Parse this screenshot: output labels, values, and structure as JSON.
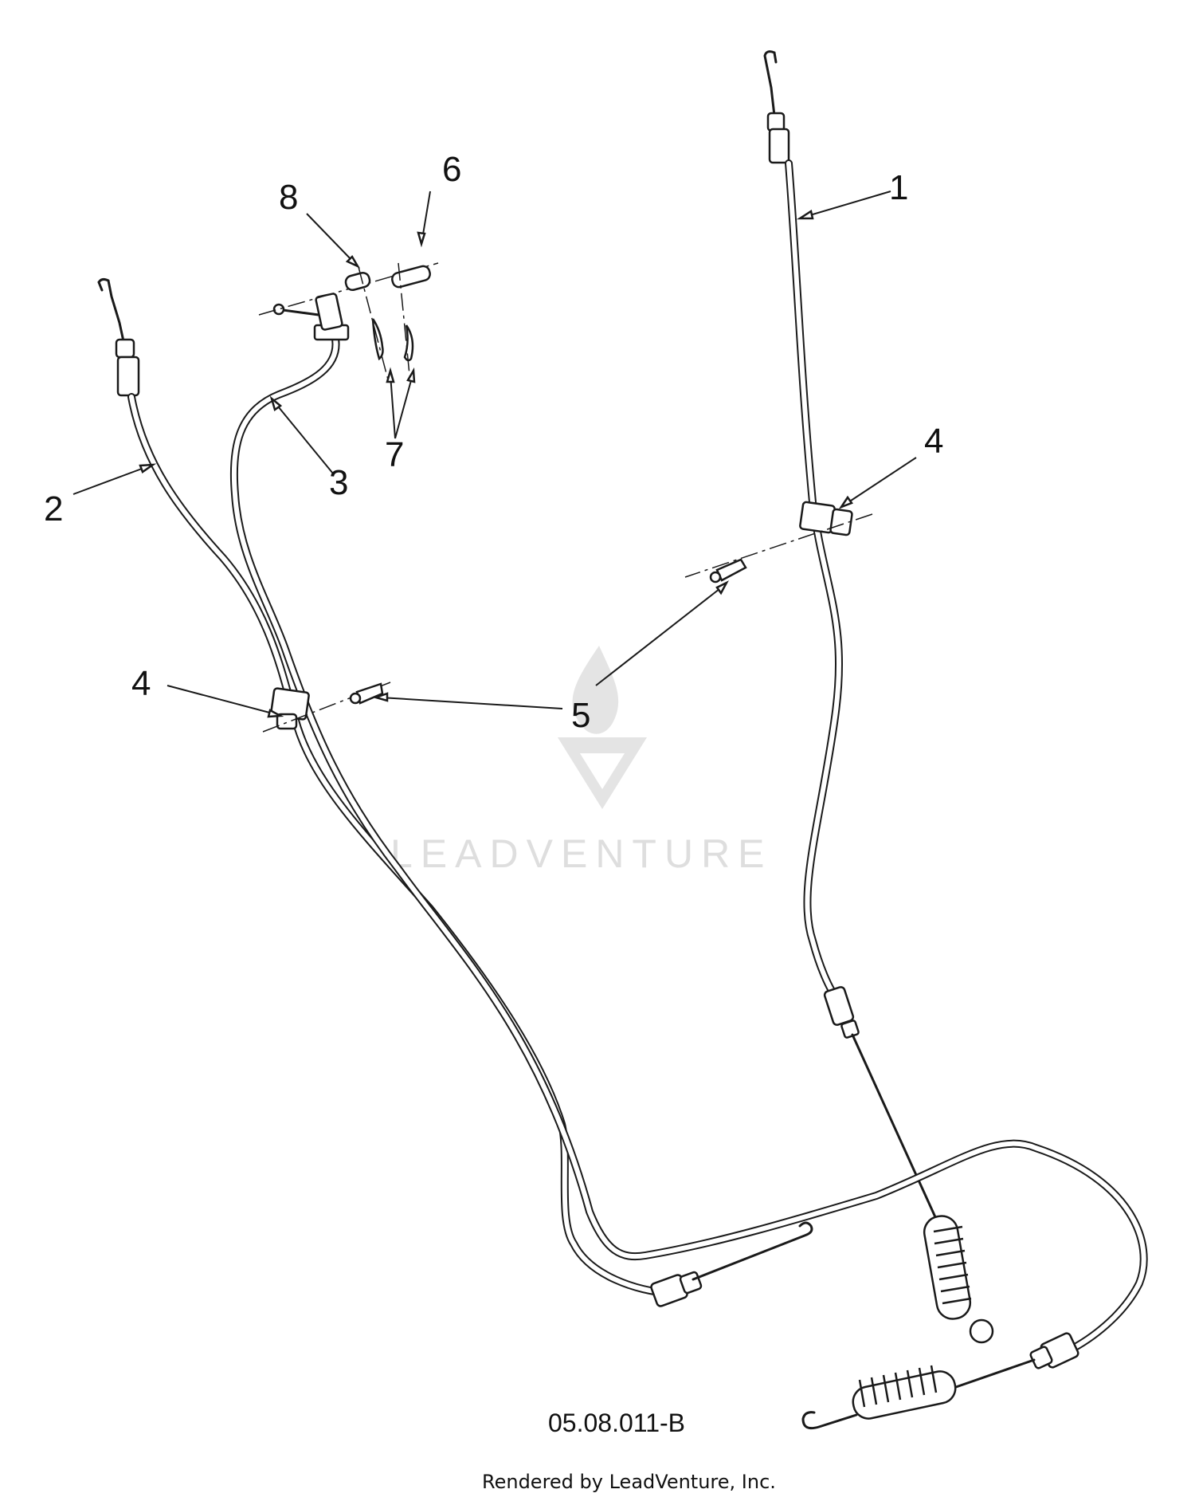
{
  "watermark": {
    "text": "LEADVENTURE",
    "logo_icon": "flame-v-logo-icon"
  },
  "callouts": [
    {
      "label": "1",
      "part": "cable-1"
    },
    {
      "label": "2",
      "part": "cable-2"
    },
    {
      "label": "3",
      "part": "cable-3"
    },
    {
      "label": "4",
      "part": "cable-clip-right"
    },
    {
      "label": "4",
      "part": "cable-clip-left"
    },
    {
      "label": "5",
      "part": "push-rivets"
    },
    {
      "label": "6",
      "part": "pin"
    },
    {
      "label": "7",
      "part": "hairpin-clips"
    },
    {
      "label": "8",
      "part": "bushing"
    }
  ],
  "diagram_code": "05.08.011-B",
  "footer": "Rendered by LeadVenture, Inc."
}
